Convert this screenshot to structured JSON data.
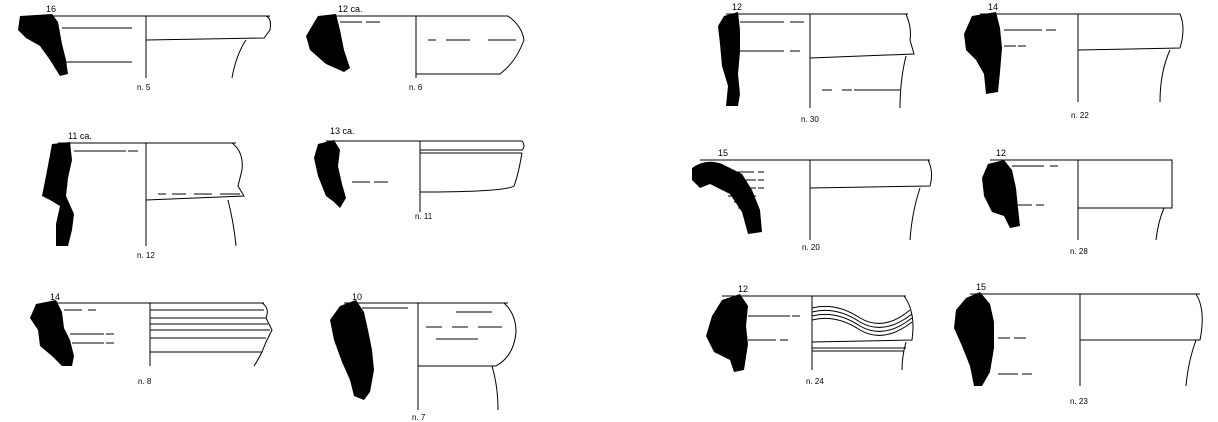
{
  "plate": {
    "sherds": [
      {
        "id": "s5",
        "diameter": "16",
        "caption": "n. 5"
      },
      {
        "id": "s6",
        "diameter": "12 ca.",
        "caption": "n. 6"
      },
      {
        "id": "s12",
        "diameter": "11 ca.",
        "caption": "n. 12"
      },
      {
        "id": "s11",
        "diameter": "13 ca.",
        "caption": "n. 11"
      },
      {
        "id": "s8",
        "diameter": "14",
        "caption": "n. 8"
      },
      {
        "id": "s7",
        "diameter": "10",
        "caption": "n. 7"
      },
      {
        "id": "s30",
        "diameter": "12",
        "caption": "n. 30"
      },
      {
        "id": "s22",
        "diameter": "14",
        "caption": "n. 22"
      },
      {
        "id": "s20",
        "diameter": "15",
        "caption": "n. 20"
      },
      {
        "id": "s28",
        "diameter": "12",
        "caption": "n. 28"
      },
      {
        "id": "s24",
        "diameter": "12",
        "caption": "n. 24"
      },
      {
        "id": "s23",
        "diameter": "15",
        "caption": "n. 23"
      }
    ]
  }
}
